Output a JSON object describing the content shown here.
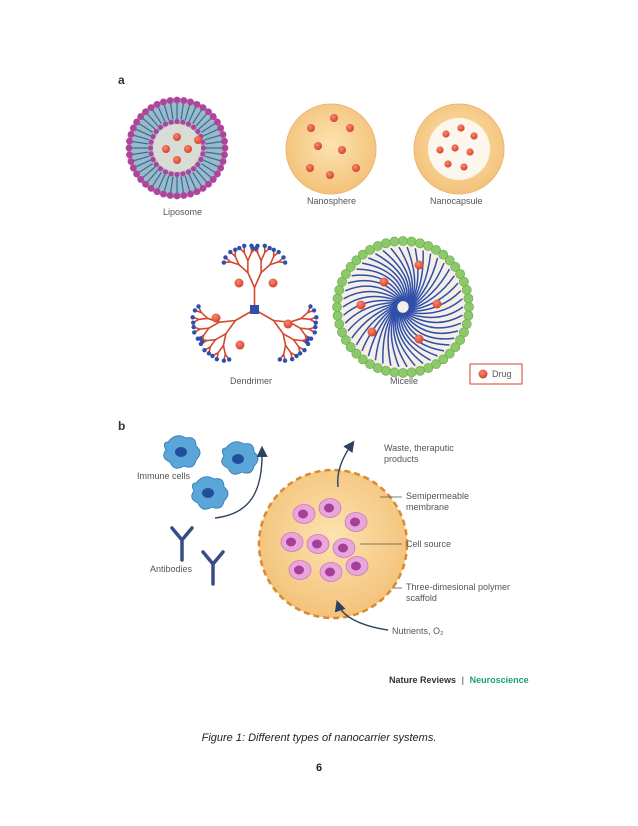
{
  "panel_a": {
    "label": "a",
    "liposome": "Liposome",
    "nanosphere": "Nanosphere",
    "nanocapsule": "Nanocapsule",
    "dendrimer": "Dendrimer",
    "micelle": "Micelle",
    "legend_drug": "Drug"
  },
  "panel_b": {
    "label": "b",
    "immune_cells": "Immune cells",
    "antibodies": "Antibodies",
    "waste_line1": "Waste, theraputic",
    "waste_line2": "products",
    "membrane_line1": "Semipermeable",
    "membrane_line2": "membrane",
    "cell_source": "Cell source",
    "scaffold_line1": "Three-dimesional polymer",
    "scaffold_line2": "scaffold",
    "nutrients": "Nutrients, O₂"
  },
  "credit": {
    "journal": "Nature Reviews",
    "separator": "|",
    "section": "Neuroscience"
  },
  "colors": {
    "drug": "#e8503a",
    "core": "#f7cf8f",
    "blue": "#2f4fa8",
    "green": "#8cc96a",
    "magenta": "#b0449a",
    "credit_green": "#1aa07a"
  },
  "caption": "Figure 1: Different types of nanocarrier systems.",
  "page_number": "6"
}
